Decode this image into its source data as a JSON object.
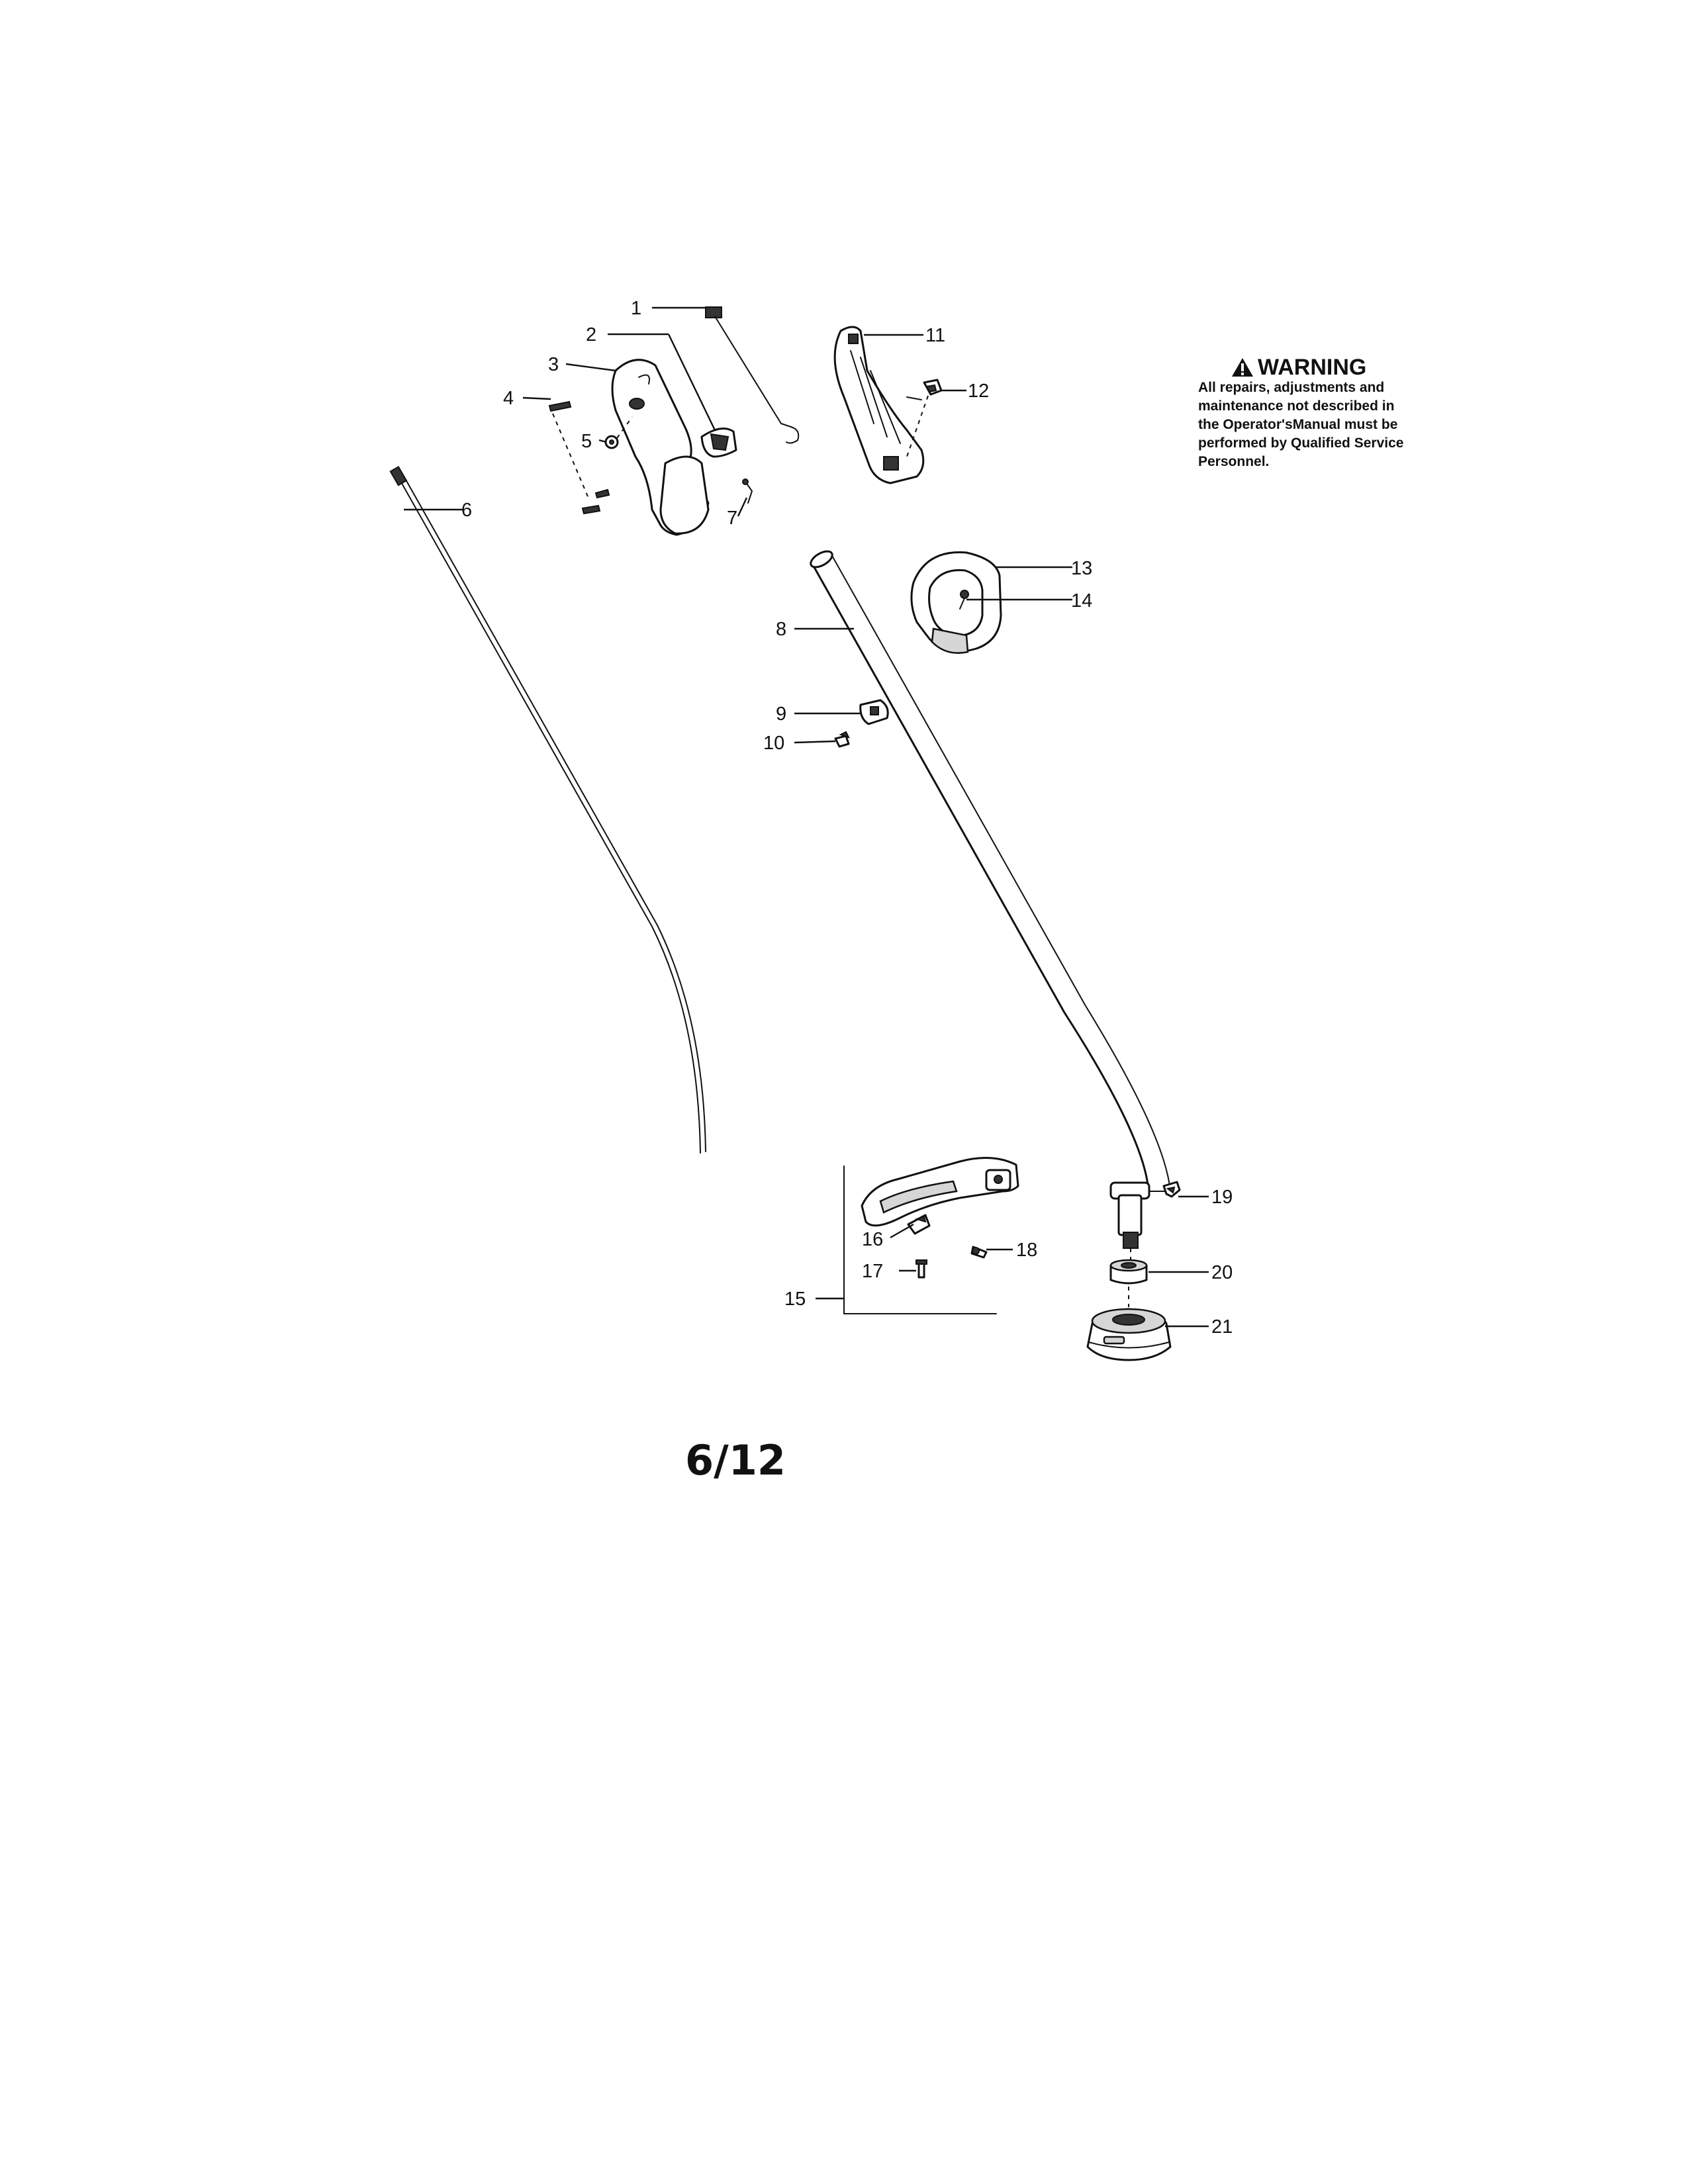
{
  "callouts": {
    "c1": "1",
    "c2": "2",
    "c3": "3",
    "c4": "4",
    "c5": "5",
    "c6": "6",
    "c7": "7",
    "c8": "8",
    "c9": "9",
    "c10": "10",
    "c11": "11",
    "c12": "12",
    "c13": "13",
    "c14": "14",
    "c15": "15",
    "c16": "16",
    "c17": "17",
    "c18": "18",
    "c19": "19",
    "c20": "20",
    "c21": "21"
  },
  "warning": {
    "title": "WARNING",
    "icon": "warning-triangle-icon",
    "line1": "All repairs, adjustments and",
    "line2": "maintenance not described in",
    "line3": "the Operator'sManual must be",
    "line4": "performed by Qualified Service",
    "line5": "Personnel."
  },
  "page_number": "6/12"
}
